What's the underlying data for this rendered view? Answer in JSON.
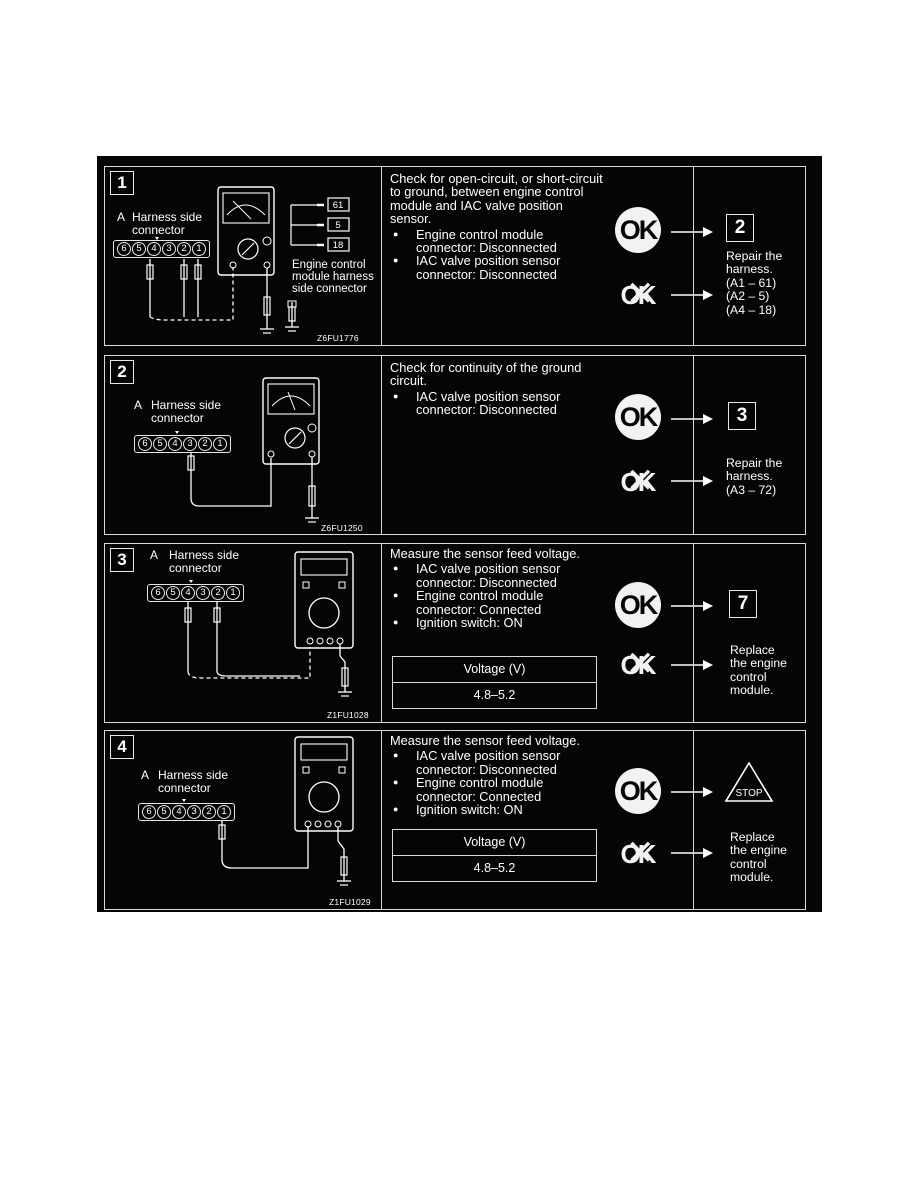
{
  "steps": [
    {
      "number": "1",
      "diagram": {
        "label_a": "A",
        "label_harness": "Harness side\nconnector",
        "pins": [
          "6",
          "5",
          "4",
          "3",
          "2",
          "1"
        ],
        "terminals": [
          "61",
          "5",
          "18"
        ],
        "ecm_label": "Engine control\nmodule harness\nside connector",
        "figure_id": "Z6FU1776"
      },
      "title": "Check for open-circuit, or short-circuit to ground, between engine control module and IAC valve position sensor.",
      "conditions": [
        "Engine control module connector: Disconnected",
        "IAC valve position sensor connector: Disconnected"
      ],
      "ok_label": "OK",
      "ng_label": "OK",
      "ok_result": "2",
      "ng_result": "Repair the\nharness.\n(A1 – 61)\n(A2 – 5)\n(A4 – 18)"
    },
    {
      "number": "2",
      "diagram": {
        "label_a": "A",
        "label_harness": "Harness side\nconnector",
        "pins": [
          "6",
          "5",
          "4",
          "3",
          "2",
          "1"
        ],
        "figure_id": "Z6FU1250"
      },
      "title": "Check for continuity of the ground circuit.",
      "conditions": [
        "IAC valve position sensor connector: Disconnected"
      ],
      "ok_label": "OK",
      "ng_label": "OK",
      "ok_result": "3",
      "ng_result": "Repair the\nharness.\n(A3 – 72)"
    },
    {
      "number": "3",
      "diagram": {
        "label_a": "A",
        "label_harness": "Harness side\nconnector",
        "pins": [
          "6",
          "5",
          "4",
          "3",
          "2",
          "1"
        ],
        "figure_id": "Z1FU1028"
      },
      "title": "Measure the sensor feed voltage.",
      "conditions": [
        "IAC valve position sensor connector: Disconnected",
        "Engine control module connector: Connected",
        "Ignition switch: ON"
      ],
      "table_header": "Voltage (V)",
      "table_value": "4.8–5.2",
      "ok_label": "OK",
      "ng_label": "OK",
      "ok_result": "7",
      "ng_result": "Replace\nthe engine\ncontrol\nmodule."
    },
    {
      "number": "4",
      "diagram": {
        "label_a": "A",
        "label_harness": "Harness side\nconnector",
        "pins": [
          "6",
          "5",
          "4",
          "3",
          "2",
          "1"
        ],
        "figure_id": "Z1FU1029"
      },
      "title": "Measure the sensor feed voltage.",
      "conditions": [
        "IAC valve position sensor connector: Disconnected",
        "Engine control module connector: Connected",
        "Ignition switch: ON"
      ],
      "table_header": "Voltage (V)",
      "table_value": "4.8–5.2",
      "ok_label": "OK",
      "ng_label": "OK",
      "ok_result": "STOP",
      "ng_result": "Replace\nthe engine\ncontrol\nmodule."
    }
  ]
}
